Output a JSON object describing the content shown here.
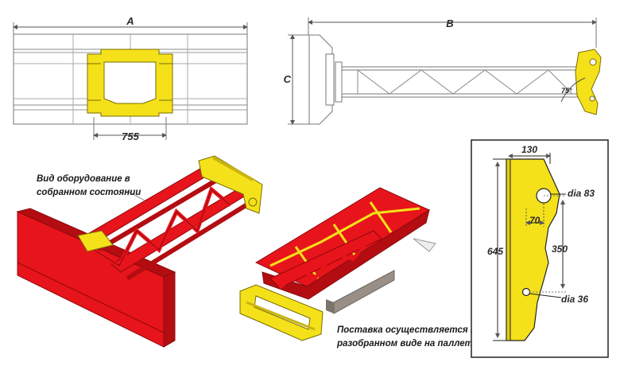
{
  "dimensions": {
    "a": "A",
    "b": "B",
    "c": "C",
    "w755": "755",
    "angle": "75°"
  },
  "captions": {
    "assembled_line1": "Вид оборудование в",
    "assembled_line2": "собранном состоянии",
    "pallet_line1": "Поставка осуществляется  в",
    "pallet_line2": "разобранном виде на паллете"
  },
  "bracket": {
    "d130": "130",
    "dia83": "dia 83",
    "d70": "70",
    "d350": "350",
    "d645": "645",
    "dia36": "dia 36"
  },
  "colors": {
    "frame_red": "#e8141b",
    "frame_red_dark": "#b30d12",
    "mount_yellow": "#f4e11a",
    "mount_yellow_dark": "#c9b40f",
    "line_gray": "#8a8a8a"
  }
}
